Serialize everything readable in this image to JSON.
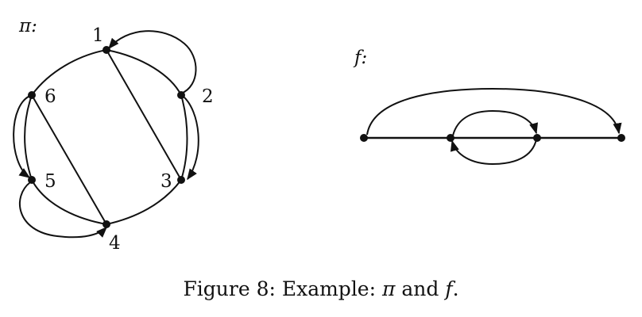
{
  "left_diagram": {
    "symbol": "π",
    "symbol_suffix": ":",
    "vertex_labels": [
      "1",
      "2",
      "3",
      "4",
      "5",
      "6"
    ]
  },
  "right_diagram": {
    "symbol": "f",
    "symbol_suffix": ":"
  },
  "caption": {
    "prefix": "Figure 8:  Example: ",
    "pi": "π",
    "middle": " and ",
    "f": "f",
    "suffix": "."
  }
}
